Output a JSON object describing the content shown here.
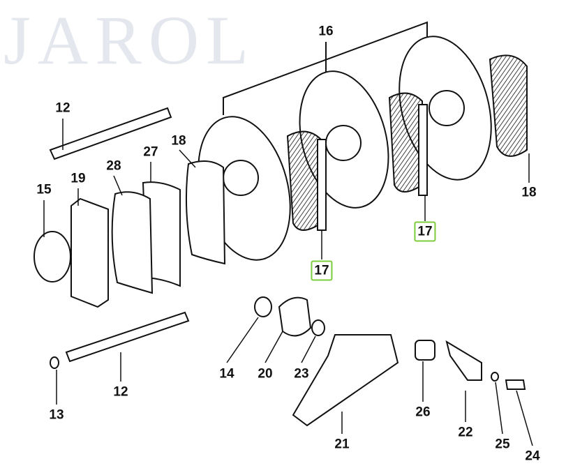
{
  "watermark": "JAROL",
  "highlight_color": "#7ccc3c",
  "callouts": [
    {
      "id": "c16",
      "text": "16"
    },
    {
      "id": "c12a",
      "text": "12"
    },
    {
      "id": "c18a",
      "text": "18"
    },
    {
      "id": "c28",
      "text": "28"
    },
    {
      "id": "c27",
      "text": "27"
    },
    {
      "id": "c19",
      "text": "19"
    },
    {
      "id": "c15",
      "text": "15"
    },
    {
      "id": "c18b",
      "text": "18"
    },
    {
      "id": "c17a",
      "text": "17",
      "highlighted": true
    },
    {
      "id": "c17b",
      "text": "17",
      "highlighted": true
    },
    {
      "id": "c14",
      "text": "14"
    },
    {
      "id": "c20",
      "text": "20"
    },
    {
      "id": "c23",
      "text": "23"
    },
    {
      "id": "c12b",
      "text": "12"
    },
    {
      "id": "c13",
      "text": "13"
    },
    {
      "id": "c26",
      "text": "26"
    },
    {
      "id": "c22",
      "text": "22"
    },
    {
      "id": "c21",
      "text": "21"
    },
    {
      "id": "c25",
      "text": "25"
    },
    {
      "id": "c24",
      "text": "24"
    }
  ]
}
